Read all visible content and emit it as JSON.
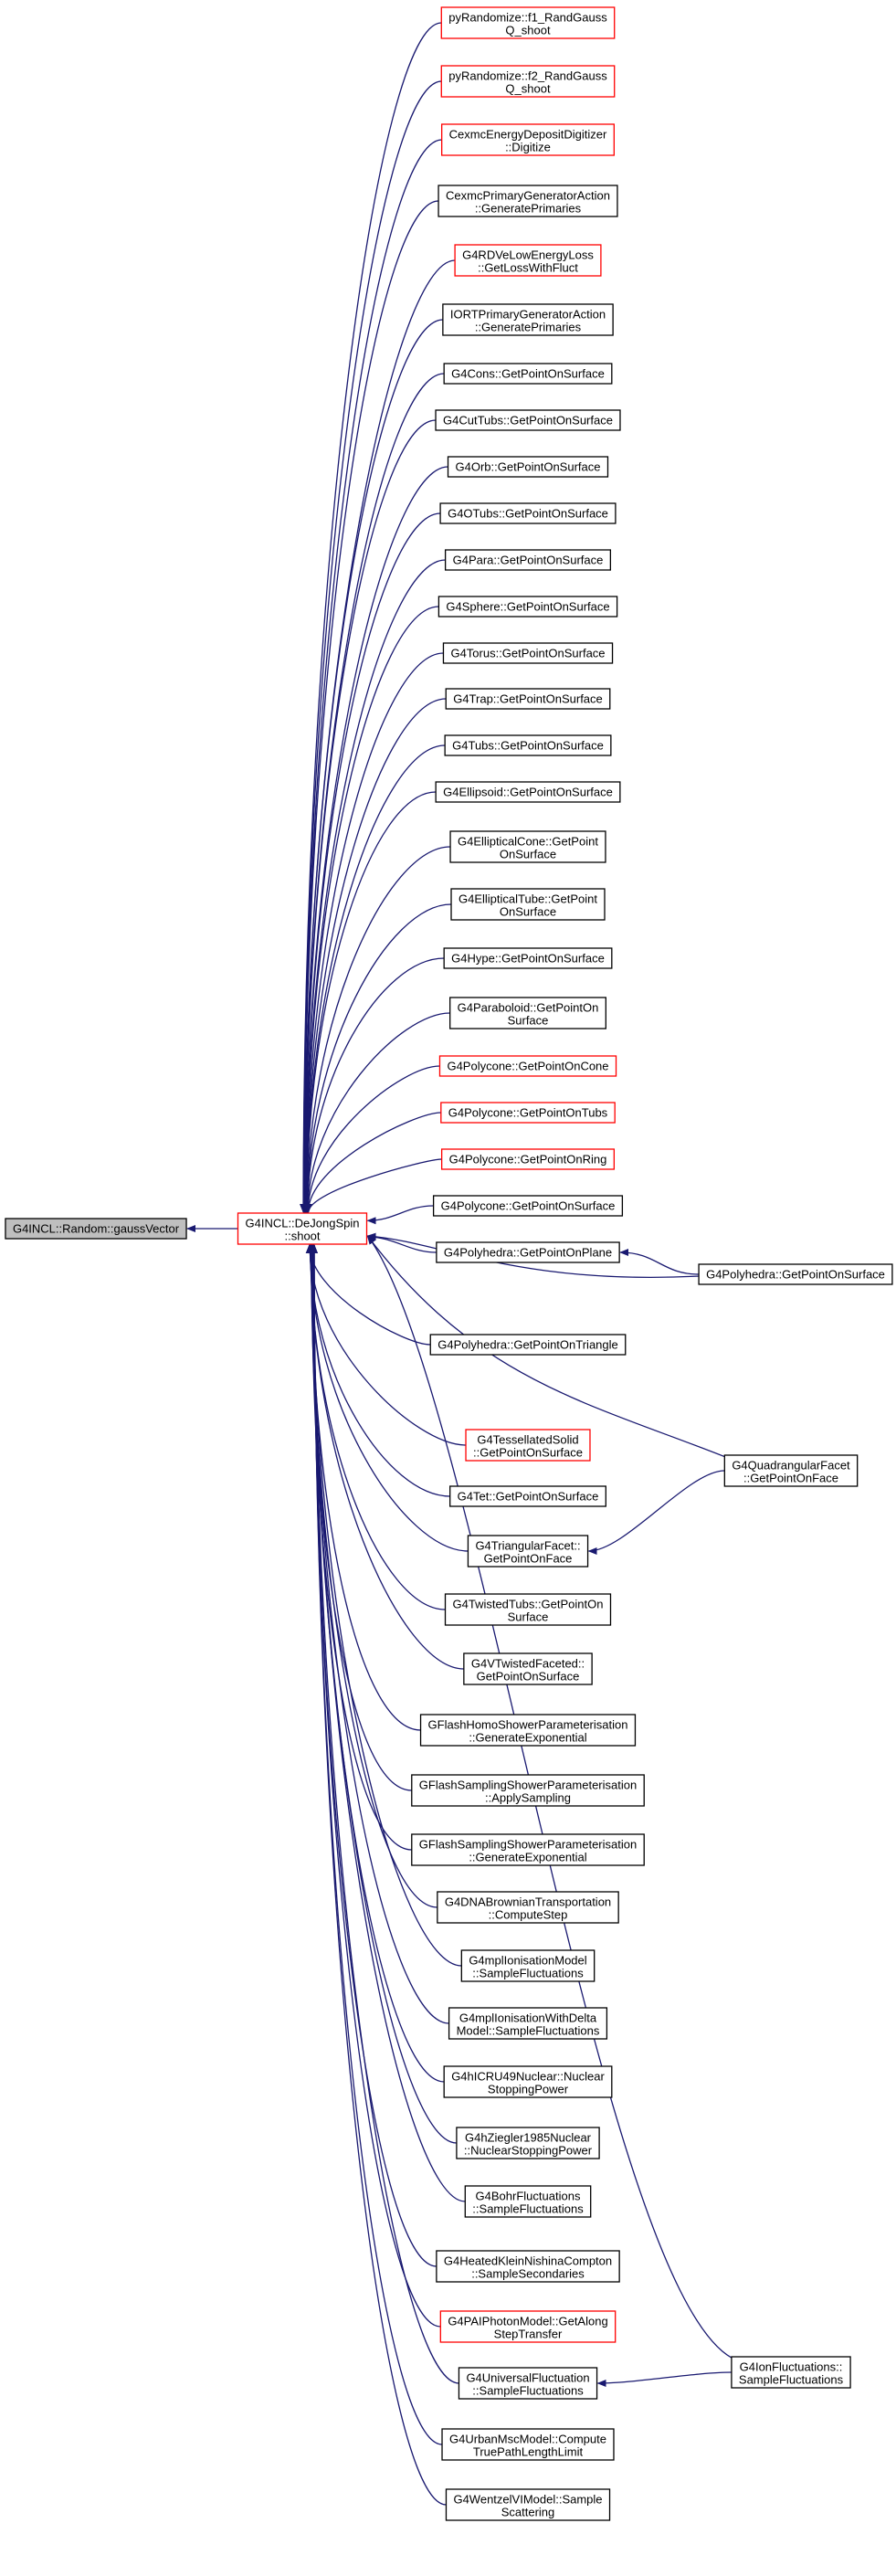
{
  "colors": {
    "edge": "#191970",
    "border_normal": "#000000",
    "border_truncated": "#ff0000",
    "focus_fill": "#bfbfbf"
  },
  "target": {
    "id": "g4incl-random-gaussvector",
    "lines": [
      "G4INCL::Random::gaussVector"
    ],
    "style": "focus"
  },
  "hub": {
    "id": "g4incl-dejongspin-shoot",
    "lines": [
      "G4INCL::DeJongSpin",
      "::shoot"
    ],
    "style": "truncated"
  },
  "callers": [
    {
      "id": "pyrandomize-f1-randgauss-q-shoot",
      "lines": [
        "pyRandomize::f1_RandGauss",
        "Q_shoot"
      ],
      "style": "truncated"
    },
    {
      "id": "pyrandomize-f2-randgauss-q-shoot",
      "lines": [
        "pyRandomize::f2_RandGauss",
        "Q_shoot"
      ],
      "style": "truncated"
    },
    {
      "id": "cexmc-energy-deposit-digitizer-digitize",
      "lines": [
        "CexmcEnergyDepositDigitizer",
        "::Digitize"
      ],
      "style": "truncated"
    },
    {
      "id": "cexmc-primary-generator-action-generate-primaries",
      "lines": [
        "CexmcPrimaryGeneratorAction",
        "::GeneratePrimaries"
      ],
      "style": "normal"
    },
    {
      "id": "g4rdve-low-energy-loss-get-loss-with-fluct",
      "lines": [
        "G4RDVeLowEnergyLoss",
        "::GetLossWithFluct"
      ],
      "style": "truncated"
    },
    {
      "id": "iort-primary-generator-action-generate-primaries",
      "lines": [
        "IORTPrimaryGeneratorAction",
        "::GeneratePrimaries"
      ],
      "style": "normal"
    },
    {
      "id": "g4cons-get-point-on-surface",
      "lines": [
        "G4Cons::GetPointOnSurface"
      ],
      "style": "normal"
    },
    {
      "id": "g4cuttubs-get-point-on-surface",
      "lines": [
        "G4CutTubs::GetPointOnSurface"
      ],
      "style": "normal"
    },
    {
      "id": "g4orb-get-point-on-surface",
      "lines": [
        "G4Orb::GetPointOnSurface"
      ],
      "style": "normal"
    },
    {
      "id": "g4otubs-get-point-on-surface",
      "lines": [
        "G4OTubs::GetPointOnSurface"
      ],
      "style": "normal"
    },
    {
      "id": "g4para-get-point-on-surface",
      "lines": [
        "G4Para::GetPointOnSurface"
      ],
      "style": "normal"
    },
    {
      "id": "g4sphere-get-point-on-surface",
      "lines": [
        "G4Sphere::GetPointOnSurface"
      ],
      "style": "normal"
    },
    {
      "id": "g4torus-get-point-on-surface",
      "lines": [
        "G4Torus::GetPointOnSurface"
      ],
      "style": "normal"
    },
    {
      "id": "g4trap-get-point-on-surface",
      "lines": [
        "G4Trap::GetPointOnSurface"
      ],
      "style": "normal"
    },
    {
      "id": "g4tubs-get-point-on-surface",
      "lines": [
        "G4Tubs::GetPointOnSurface"
      ],
      "style": "normal"
    },
    {
      "id": "g4ellipsoid-get-point-on-surface",
      "lines": [
        "G4Ellipsoid::GetPointOnSurface"
      ],
      "style": "normal"
    },
    {
      "id": "g4ellipticalcone-get-point-on-surface",
      "lines": [
        "G4EllipticalCone::GetPoint",
        "OnSurface"
      ],
      "style": "normal"
    },
    {
      "id": "g4ellipticaltube-get-point-on-surface",
      "lines": [
        "G4EllipticalTube::GetPoint",
        "OnSurface"
      ],
      "style": "normal"
    },
    {
      "id": "g4hype-get-point-on-surface",
      "lines": [
        "G4Hype::GetPointOnSurface"
      ],
      "style": "normal"
    },
    {
      "id": "g4paraboloid-get-point-on-surface",
      "lines": [
        "G4Paraboloid::GetPointOn",
        "Surface"
      ],
      "style": "normal"
    },
    {
      "id": "g4polycone-get-point-on-cone",
      "lines": [
        "G4Polycone::GetPointOnCone"
      ],
      "style": "truncated"
    },
    {
      "id": "g4polycone-get-point-on-tubs",
      "lines": [
        "G4Polycone::GetPointOnTubs"
      ],
      "style": "truncated"
    },
    {
      "id": "g4polycone-get-point-on-ring",
      "lines": [
        "G4Polycone::GetPointOnRing"
      ],
      "style": "truncated"
    },
    {
      "id": "g4polycone-get-point-on-surface",
      "lines": [
        "G4Polycone::GetPointOnSurface"
      ],
      "style": "normal"
    },
    {
      "id": "g4polyhedra-get-point-on-plane",
      "lines": [
        "G4Polyhedra::GetPointOnPlane"
      ],
      "style": "normal"
    },
    {
      "id": "g4polyhedra-get-point-on-triangle",
      "lines": [
        "G4Polyhedra::GetPointOnTriangle"
      ],
      "style": "normal"
    },
    {
      "id": "g4tessellatedsolid-get-point-on-surface",
      "lines": [
        "G4TessellatedSolid",
        "::GetPointOnSurface"
      ],
      "style": "truncated"
    },
    {
      "id": "g4tet-get-point-on-surface",
      "lines": [
        "G4Tet::GetPointOnSurface"
      ],
      "style": "normal"
    },
    {
      "id": "g4triangularfacet-get-point-on-face",
      "lines": [
        "G4TriangularFacet::",
        "GetPointOnFace"
      ],
      "style": "normal"
    },
    {
      "id": "g4twistedtubs-get-point-on-surface",
      "lines": [
        "G4TwistedTubs::GetPointOn",
        "Surface"
      ],
      "style": "normal"
    },
    {
      "id": "g4vtwistedfaceted-get-point-on-surface",
      "lines": [
        "G4VTwistedFaceted::",
        "GetPointOnSurface"
      ],
      "style": "normal"
    },
    {
      "id": "gflash-homo-shower-parameterisation-generate-exponential",
      "lines": [
        "GFlashHomoShowerParameterisation",
        "::GenerateExponential"
      ],
      "style": "normal"
    },
    {
      "id": "gflash-sampling-shower-parameterisation-apply-sampling",
      "lines": [
        "GFlashSamplingShowerParameterisation",
        "::ApplySampling"
      ],
      "style": "normal"
    },
    {
      "id": "gflash-sampling-shower-parameterisation-generate-exponential",
      "lines": [
        "GFlashSamplingShowerParameterisation",
        "::GenerateExponential"
      ],
      "style": "normal"
    },
    {
      "id": "g4dna-brownian-transportation-compute-step",
      "lines": [
        "G4DNABrownianTransportation",
        "::ComputeStep"
      ],
      "style": "normal"
    },
    {
      "id": "g4mpl-ionisation-model-sample-fluctuations",
      "lines": [
        "G4mplIonisationModel",
        "::SampleFluctuations"
      ],
      "style": "normal"
    },
    {
      "id": "g4mpl-ionisation-with-delta-model-sample-fluctuations",
      "lines": [
        "G4mplIonisationWithDelta",
        "Model::SampleFluctuations"
      ],
      "style": "normal"
    },
    {
      "id": "g4hicru49nuclear-nuclear-stopping-power",
      "lines": [
        "G4hICRU49Nuclear::Nuclear",
        "StoppingPower"
      ],
      "style": "normal"
    },
    {
      "id": "g4hziegler1985nuclear-nuclear-stopping-power",
      "lines": [
        "G4hZiegler1985Nuclear",
        "::NuclearStoppingPower"
      ],
      "style": "normal"
    },
    {
      "id": "g4bohrfluctuations-sample-fluctuations",
      "lines": [
        "G4BohrFluctuations",
        "::SampleFluctuations"
      ],
      "style": "normal"
    },
    {
      "id": "g4heated-klein-nishina-compton-sample-secondaries",
      "lines": [
        "G4HeatedKleinNishinaCompton",
        "::SampleSecondaries"
      ],
      "style": "normal"
    },
    {
      "id": "g4pai-photon-model-get-along-step-transfer",
      "lines": [
        "G4PAIPhotonModel::GetAlong",
        "StepTransfer"
      ],
      "style": "truncated"
    },
    {
      "id": "g4universal-fluctuation-sample-fluctuations",
      "lines": [
        "G4UniversalFluctuation",
        "::SampleFluctuations"
      ],
      "style": "normal"
    },
    {
      "id": "g4urban-msc-model-compute-true-path-length-limit",
      "lines": [
        "G4UrbanMscModel::Compute",
        "TruePathLengthLimit"
      ],
      "style": "normal"
    },
    {
      "id": "g4wentzel-vi-model-sample-scattering",
      "lines": [
        "G4WentzelVIModel::Sample",
        "Scattering"
      ],
      "style": "normal"
    }
  ],
  "second_level": [
    {
      "id": "g4polyhedra-get-point-on-surface",
      "lines": [
        "G4Polyhedra::GetPointOnSurface"
      ],
      "style": "normal",
      "calls": [
        "g4polyhedra-get-point-on-plane",
        "g4incl-dejongspin-shoot"
      ]
    },
    {
      "id": "g4quadrangularfacet-get-point-on-face",
      "lines": [
        "G4QuadrangularFacet",
        "::GetPointOnFace"
      ],
      "style": "normal",
      "calls": [
        "g4triangularfacet-get-point-on-face",
        "g4incl-dejongspin-shoot"
      ]
    },
    {
      "id": "g4ionfluctuations-sample-fluctuations",
      "lines": [
        "G4IonFluctuations::",
        "SampleFluctuations"
      ],
      "style": "normal",
      "calls": [
        "g4universal-fluctuation-sample-fluctuations",
        "g4incl-dejongspin-shoot"
      ]
    }
  ]
}
